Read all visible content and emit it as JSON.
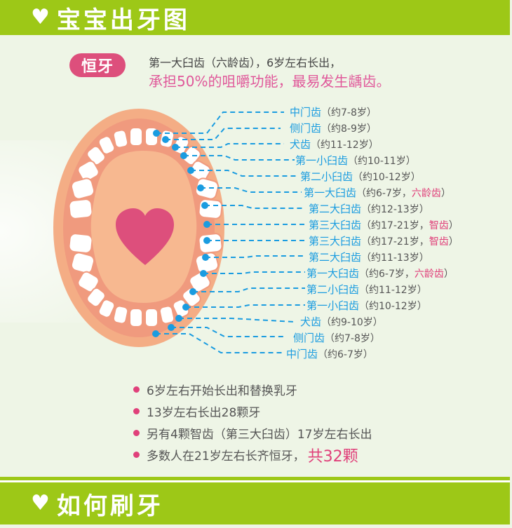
{
  "header": {
    "icon": "heart-icon",
    "title": "宝宝出牙图",
    "glyph": "♥"
  },
  "badge": {
    "label": "恒牙",
    "color": "#dd4f7c"
  },
  "intro": {
    "line1": "第一大臼齿（六龄齿），6岁左右长出，",
    "line2": "承担50%的咀嚼功能，最易发生龋齿。"
  },
  "teeth_labels": [
    {
      "name": "中门齿",
      "age": "（约7-8岁）",
      "note": ""
    },
    {
      "name": "侧门齿",
      "age": "（约8-9岁）",
      "note": ""
    },
    {
      "name": "犬齿",
      "age": "（约11-12岁）",
      "note": ""
    },
    {
      "name": "第一小臼齿",
      "age": "（约10-11岁）",
      "note": ""
    },
    {
      "name": "第二小臼齿",
      "age": "（约10-12岁）",
      "note": ""
    },
    {
      "name": "第一大臼齿",
      "age": "（约6-7岁，",
      "note": "六龄齿",
      "close": "）"
    },
    {
      "name": "第二大臼齿",
      "age": "（约12-13岁）",
      "note": ""
    },
    {
      "name": "第三大臼齿",
      "age": "（约17-21岁，",
      "note": "智齿",
      "close": "）"
    },
    {
      "name": "第三大臼齿",
      "age": "（约17-21岁，",
      "note": "智齿",
      "close": "）"
    },
    {
      "name": "第二大臼齿",
      "age": "（约11-13岁）",
      "note": ""
    },
    {
      "name": "第一大臼齿",
      "age": "（约6-7岁，",
      "note": "六龄齿",
      "close": "）"
    },
    {
      "name": "第二小臼齿",
      "age": "（约11-12岁）",
      "note": ""
    },
    {
      "name": "第一小臼齿",
      "age": "（约10-12岁）",
      "note": ""
    },
    {
      "name": "犬齿",
      "age": "（约9-10岁）",
      "note": ""
    },
    {
      "name": "侧门齿",
      "age": "（约7-8岁）",
      "note": ""
    },
    {
      "name": "中门齿",
      "age": "（约6-7岁）",
      "note": ""
    }
  ],
  "bullets": [
    {
      "text": "6岁左右开始长出和替换乳牙"
    },
    {
      "text": "13岁左右长出28颗牙"
    },
    {
      "text": "另有4颗智齿（第三大臼齿）17岁左右长出"
    },
    {
      "text": "多数人在21岁左右长齐恒牙，",
      "highlight": "共32颗"
    }
  ],
  "footer_banner": {
    "icon": "heart-icon",
    "title": "如何刷牙",
    "glyph": "♥"
  },
  "colors": {
    "green": "#9dc817",
    "pink": "#dd4f7c",
    "blue": "#1a9ce0",
    "gum": "#f09a7e",
    "mouth": "#f7b890",
    "lip": "#f4ad85"
  }
}
